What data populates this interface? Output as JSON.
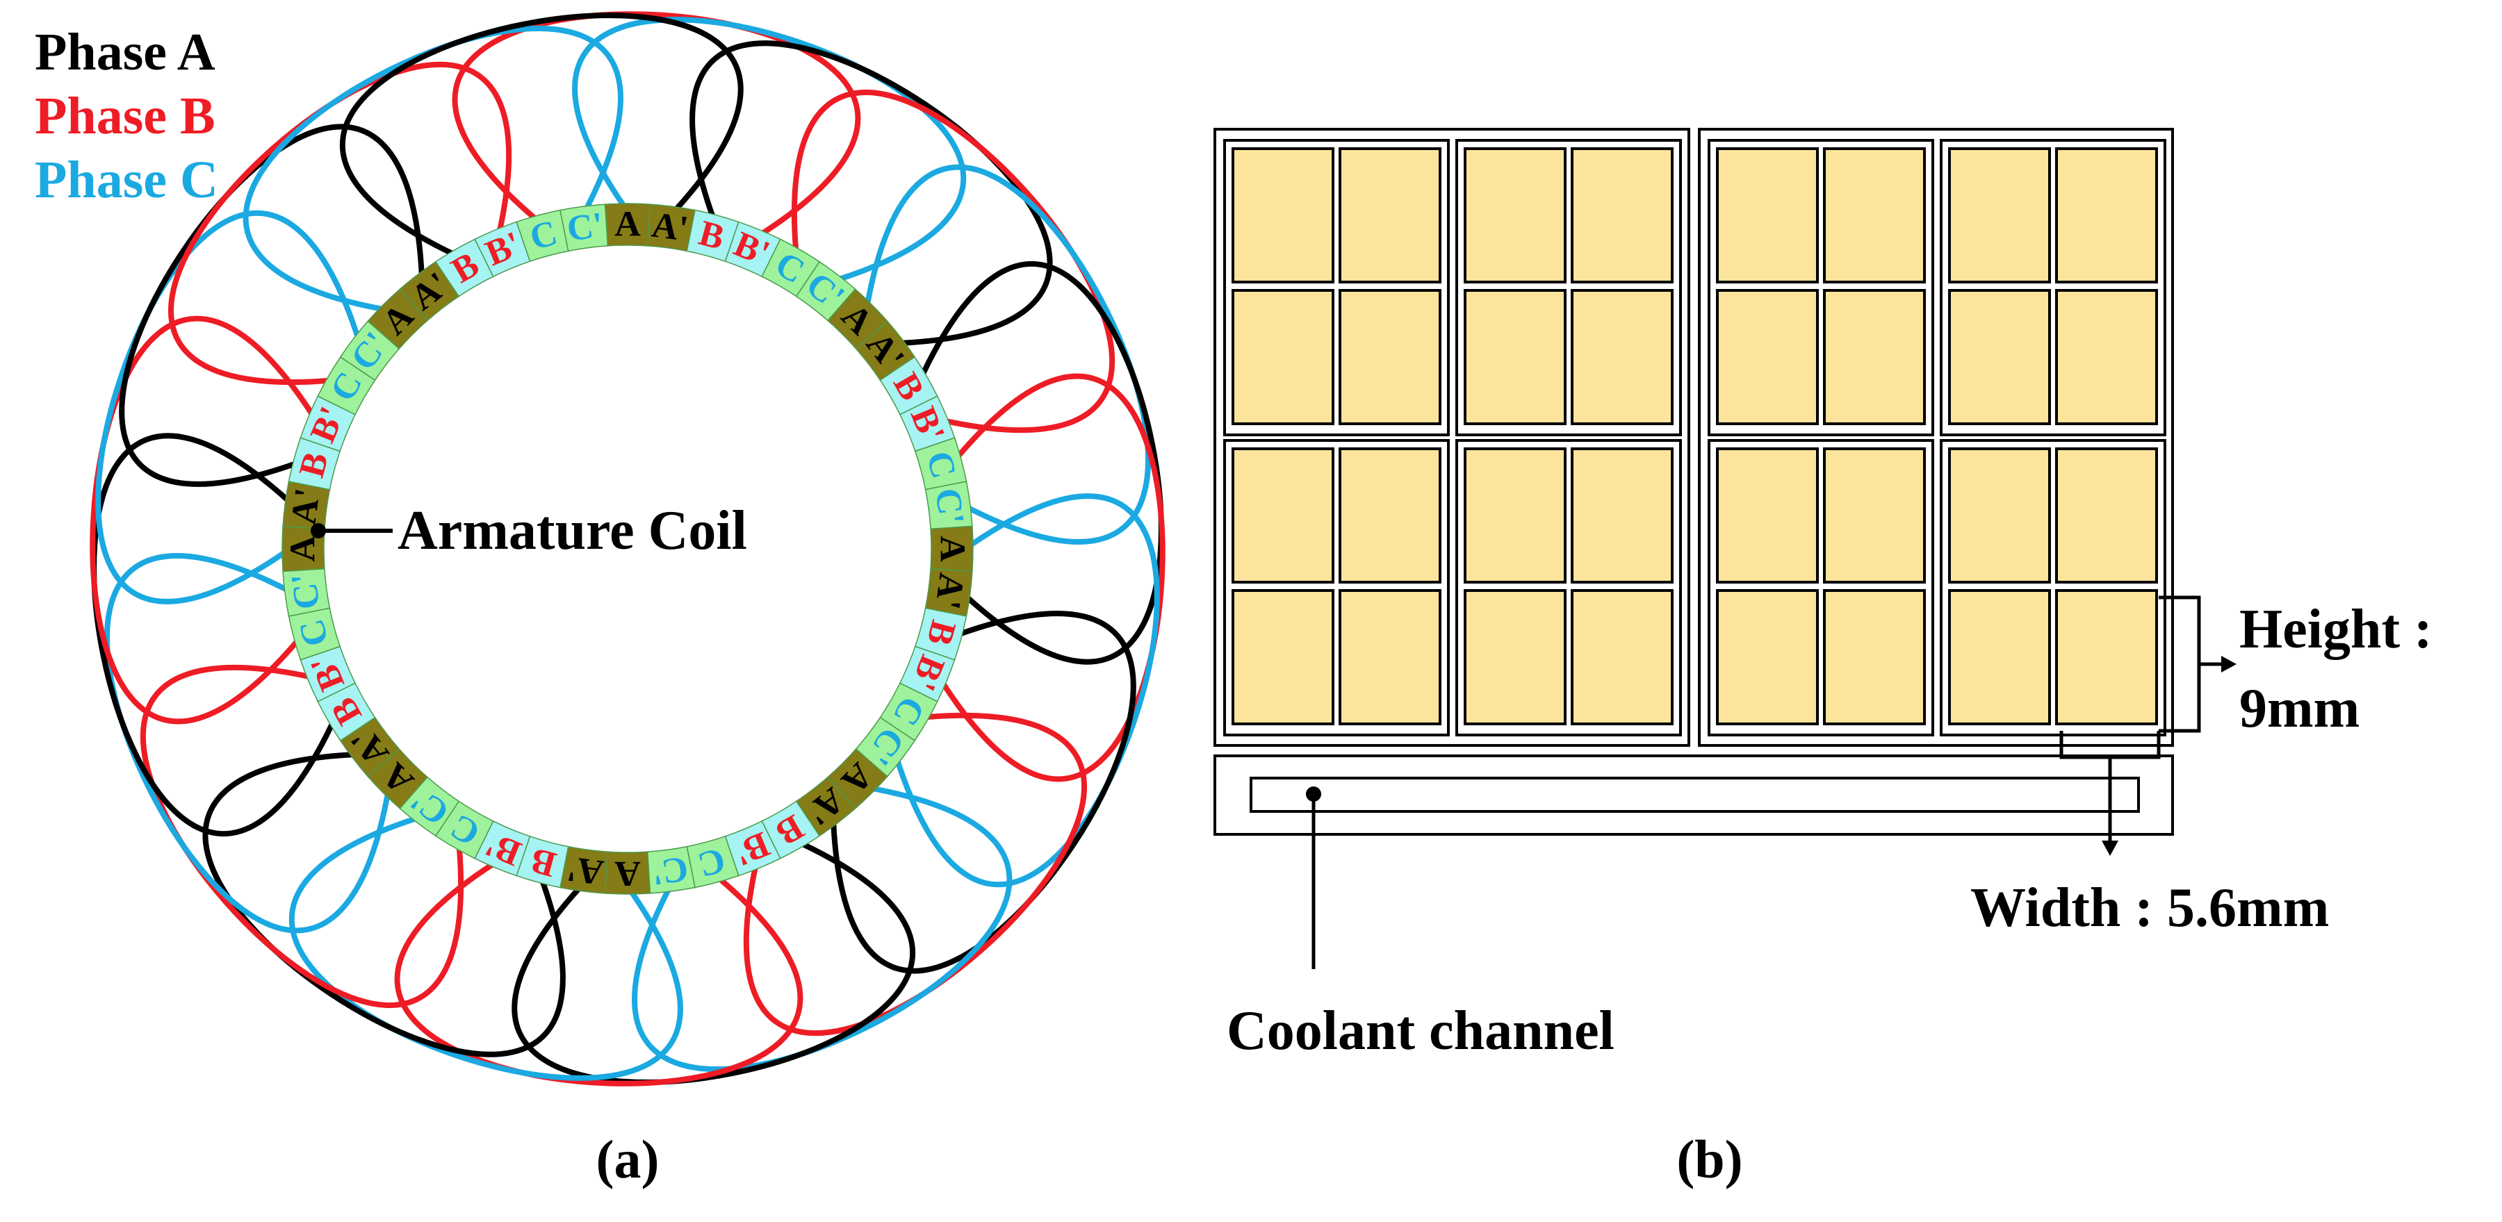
{
  "legend": {
    "phase_a": "Phase A",
    "phase_b": "Phase B",
    "phase_c": "Phase C"
  },
  "labels": {
    "armature_coil": "Armature Coil",
    "height_line1": "Height :",
    "height_line2": "9mm",
    "width": "Width : 5.6mm",
    "coolant_channel": "Coolant channel",
    "caption_a": "(a)",
    "caption_b": "(b)"
  },
  "slot_sequence": [
    "A",
    "A'",
    "B",
    "B'",
    "C",
    "C'",
    "A",
    "A'",
    "B",
    "B'",
    "C",
    "C'",
    "A",
    "A'",
    "B",
    "B'",
    "C",
    "C'",
    "A",
    "A'",
    "B",
    "B'",
    "C",
    "C'",
    "A",
    "A'",
    "B",
    "B'",
    "C",
    "C'",
    "A",
    "A'",
    "B",
    "B'",
    "C",
    "C'",
    "A",
    "A'",
    "B",
    "B'",
    "C",
    "C'",
    "A",
    "A'",
    "B",
    "B'",
    "C",
    "C'"
  ],
  "colors": {
    "phase_a": "#000000",
    "phase_b": "#ee1c25",
    "phase_c": "#1ba9e1",
    "slot_a": "#857b17",
    "slot_b": "#a6f3f3",
    "slot_c": "#9ff29c",
    "conductor": "#fde49c"
  }
}
